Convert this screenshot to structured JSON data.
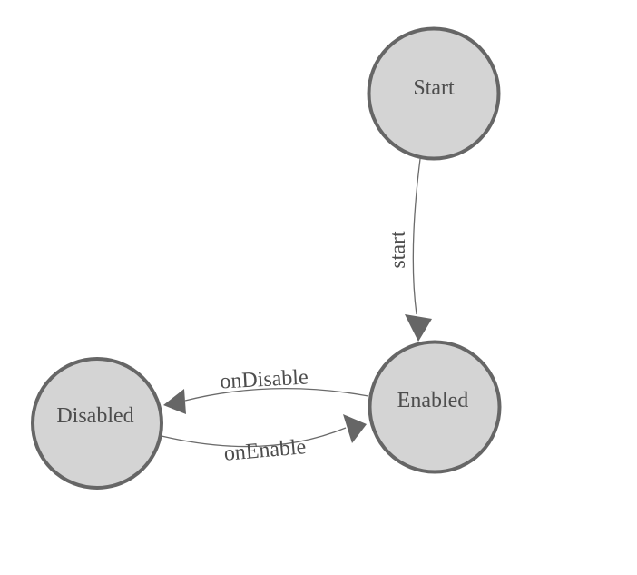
{
  "diagram": {
    "type": "state-machine",
    "nodes": {
      "start": {
        "label": "Start"
      },
      "enabled": {
        "label": "Enabled"
      },
      "disabled": {
        "label": "Disabled"
      }
    },
    "edges": {
      "start": {
        "label": "start",
        "from": "Start",
        "to": "Enabled"
      },
      "onDisable": {
        "label": "onDisable",
        "from": "Enabled",
        "to": "Disabled"
      },
      "onEnable": {
        "label": "onEnable",
        "from": "Disabled",
        "to": "Enabled"
      }
    },
    "colors": {
      "background": "#ffffff",
      "node_fill": "#d4d4d4",
      "node_stroke": "#666666",
      "edge_stroke": "#6b6b6b",
      "arrow_fill": "#666666",
      "label_text": "#4d4d4d"
    }
  }
}
